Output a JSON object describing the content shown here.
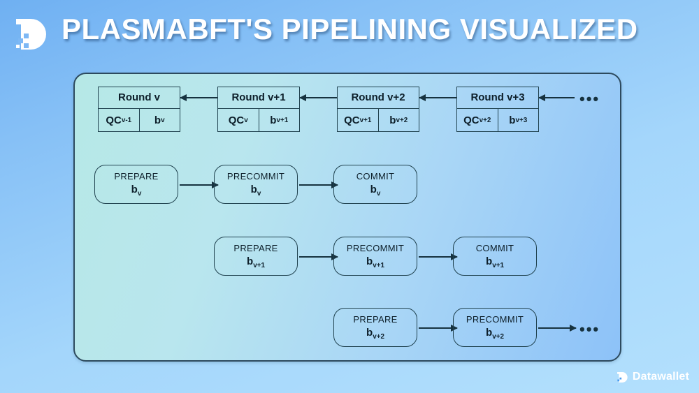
{
  "header": {
    "title": "PLASMABFT'S PIPELINING VISUALIZED",
    "logo_icon": "datawallet-d-logo-icon"
  },
  "diagram": {
    "chain": {
      "ellipsis": "•••",
      "rounds": [
        {
          "title": "Round v",
          "qc_label": "QC",
          "qc_sub": "v-1",
          "block_label": "b",
          "block_sub": "v"
        },
        {
          "title": "Round v+1",
          "qc_label": "QC",
          "qc_sub": "v",
          "block_label": "b",
          "block_sub": "v+1"
        },
        {
          "title": "Round v+2",
          "qc_label": "QC",
          "qc_sub": "v+1",
          "block_label": "b",
          "block_sub": "v+2"
        },
        {
          "title": "Round v+3",
          "qc_label": "QC",
          "qc_sub": "v+2",
          "block_label": "b",
          "block_sub": "v+3"
        }
      ]
    },
    "pipelines": [
      {
        "id": "pipeline-v",
        "ellipsis": "",
        "stages": [
          {
            "label": "PREPARE",
            "block_label": "b",
            "block_sub": "v"
          },
          {
            "label": "PRECOMMIT",
            "block_label": "b",
            "block_sub": "v"
          },
          {
            "label": "COMMIT",
            "block_label": "b",
            "block_sub": "v"
          }
        ]
      },
      {
        "id": "pipeline-v1",
        "ellipsis": "",
        "stages": [
          {
            "label": "PREPARE",
            "block_label": "b",
            "block_sub": "v+1"
          },
          {
            "label": "PRECOMMIT",
            "block_label": "b",
            "block_sub": "v+1"
          },
          {
            "label": "COMMIT",
            "block_label": "b",
            "block_sub": "v+1"
          }
        ]
      },
      {
        "id": "pipeline-v2",
        "ellipsis": "•••",
        "stages": [
          {
            "label": "PREPARE",
            "block_label": "b",
            "block_sub": "v+2"
          },
          {
            "label": "PRECOMMIT",
            "block_label": "b",
            "block_sub": "v+2"
          }
        ]
      }
    ]
  },
  "footer": {
    "brand": "Datawallet",
    "logo_icon": "datawallet-d-logo-icon"
  },
  "colors": {
    "background_top": "#6fb0f2",
    "background_bottom": "#b3e0fd",
    "panel_left": "#b6e8e6",
    "panel_right": "#8dc2f8",
    "stroke": "#20424f",
    "title_text": "#ffffff"
  }
}
